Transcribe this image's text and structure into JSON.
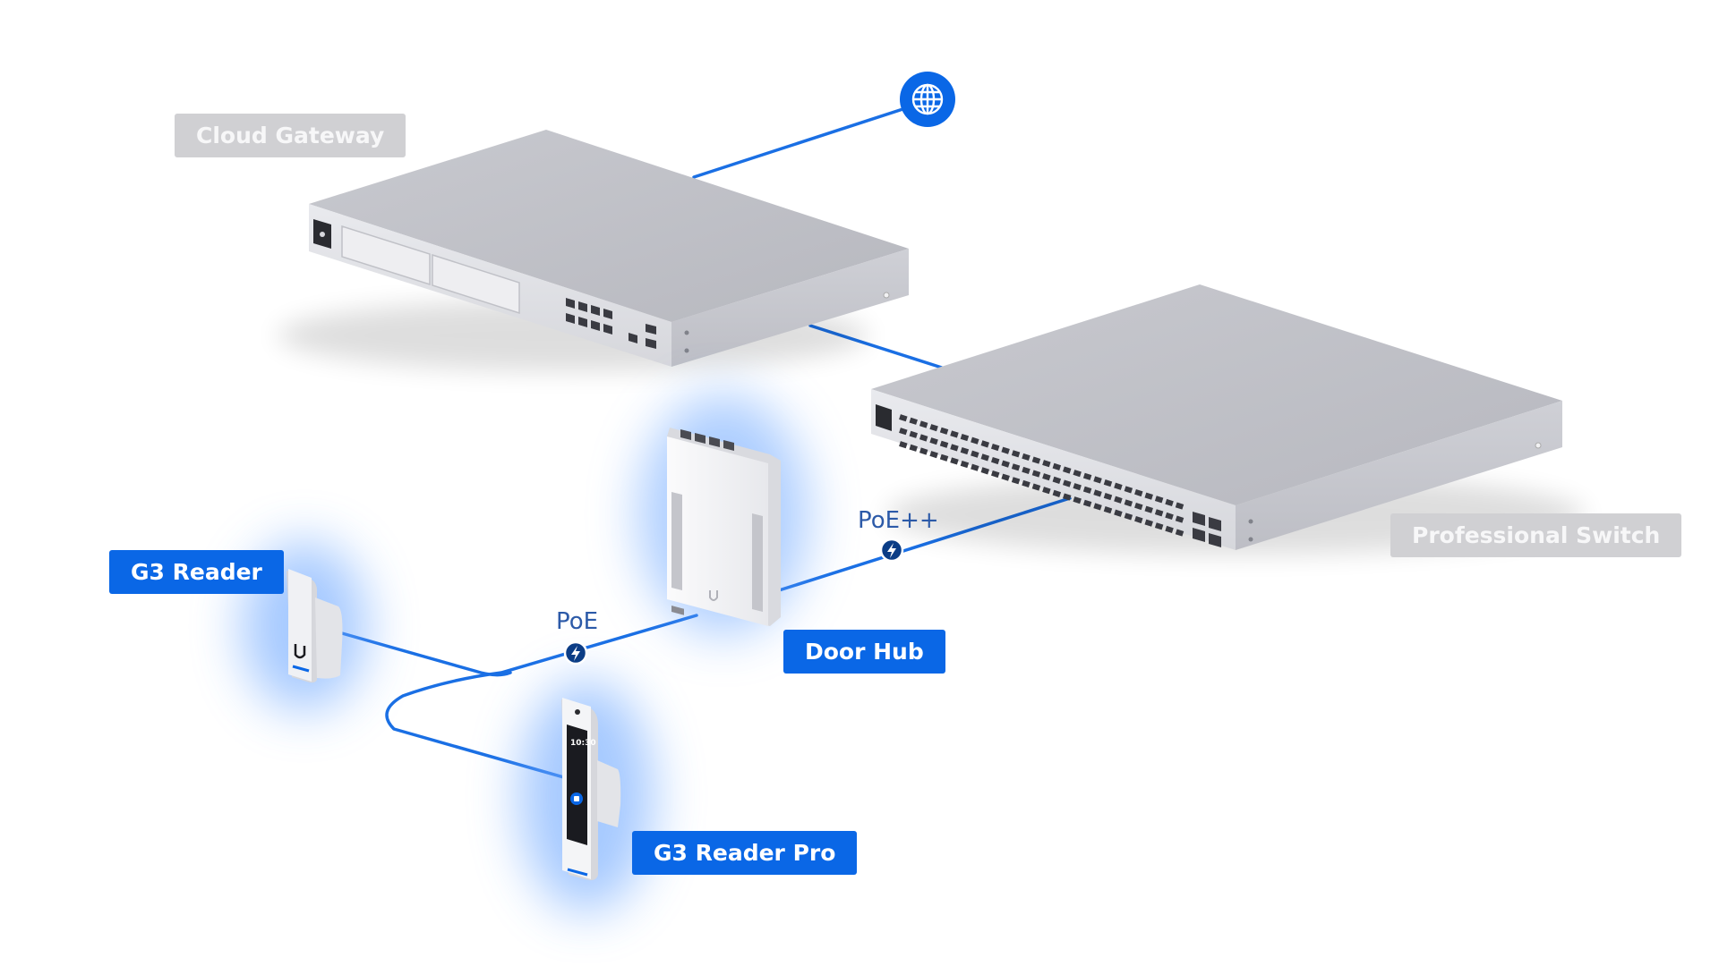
{
  "labels": {
    "cloud_gateway": "Cloud Gateway",
    "professional_switch": "Professional Switch",
    "door_hub": "Door Hub",
    "g3_reader": "G3 Reader",
    "g3_reader_pro": "G3 Reader Pro"
  },
  "links": {
    "poe": "PoE",
    "poe_plus": "PoE++"
  },
  "reader_pro_screen": {
    "time": "10:30"
  },
  "colors": {
    "accent": "#0a67e6",
    "cable": "#1a6fe4",
    "badge_gray": "#d0d0d3",
    "glow": "#6aa6ff"
  },
  "icons": {
    "internet": "globe-icon",
    "power": "lightning-icon",
    "brand": "ubiquiti-u-icon"
  }
}
